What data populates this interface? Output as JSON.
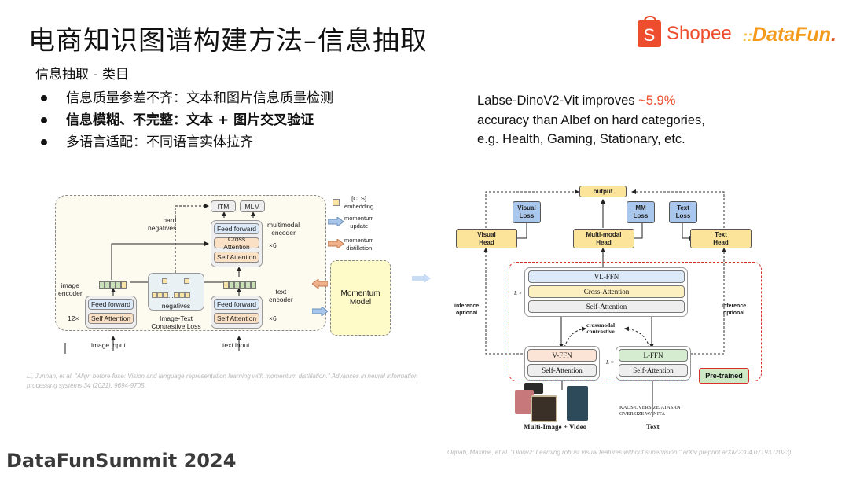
{
  "slide": {
    "title": "电商知识图谱构建方法–信息抽取",
    "subheading": "信息抽取 - 类目",
    "bullets": [
      {
        "text": "信息质量参差不齐：文本和图片信息质量检测",
        "bold": false
      },
      {
        "text": "信息模糊、不完整：文本 + 图片交叉验证",
        "bold": true
      },
      {
        "text": "多语言适配：不同语言实体拉齐",
        "bold": false
      }
    ],
    "result_text": {
      "prefix": "Labse-DinoV2-Vit improves ",
      "highlight": "~5.9%",
      "line2": "accuracy than Albef on hard categories,",
      "line3": "e.g. Health, Gaming, Stationary, etc."
    },
    "highlight_color": "#ee4d2d",
    "footer": "DataFunSummit 2024"
  },
  "logos": {
    "shopee_icon": "S",
    "shopee": "Shopee",
    "datafun_dots": "::",
    "datafun_main": "DataFun",
    "datafun_end": "."
  },
  "albef": {
    "itm": "ITM",
    "mlm": "MLM",
    "hard_negatives": "hard\nnegatives",
    "multimodal_encoder": "multimodal\nencoder",
    "feed_forward": "Feed forward",
    "cross_attention": "Cross Attention",
    "self_attention": "Self Attention",
    "x6": "×6",
    "x12": "12×",
    "image_encoder": "image\nencoder",
    "text_encoder": "text\nencoder",
    "negatives": "negatives",
    "itc_loss": "Image-Text\nContrastive Loss",
    "image_input": "image input",
    "text_input": "text input",
    "ellipsis": "...",
    "legend": [
      {
        "icon": "cube-icon",
        "label": "[CLS]\nembedding"
      },
      {
        "icon": "blue-arrow-icon",
        "label": "momentum\nupdate"
      },
      {
        "icon": "orange-arrow-icon",
        "label": "momentum\ndistillation"
      }
    ],
    "momentum_model": "Momentum\nModel",
    "citation": "Li, Junnan, et al. \"Align before fuse: Vision and language representation learning with momentum distillation.\" Advances in neural information processing systems 34 (2021): 9694-9705."
  },
  "dino": {
    "output": "output",
    "visual_loss": "Visual\nLoss",
    "mm_loss": "MM\nLoss",
    "text_loss": "Text\nLoss",
    "visual_head": "Visual\nHead",
    "mm_head": "Multi-modal\nHead",
    "text_head": "Text\nHead",
    "vl_ffn": "VL-FFN",
    "cross_attention": "Cross-Attention",
    "self_attention": "Self-Attention",
    "l_times": "L ×",
    "crossmodal": "crossmodal\ncontrastive",
    "v_ffn": "V-FFN",
    "l_ffn": "L-FFN",
    "inference_optional": "inference\noptional",
    "pretrained": "Pre-trained",
    "text_sample": "KAOS OVERSIZE/ATASAN\nOVERSIZE WANITA",
    "multi_image_label": "Multi-Image + Video",
    "text_label": "Text",
    "citation": "Oquab, Maxime, et al. \"Dinov2: Learning robust visual features without supervision.\" arXiv preprint arXiv:2304.07193 (2023)."
  }
}
